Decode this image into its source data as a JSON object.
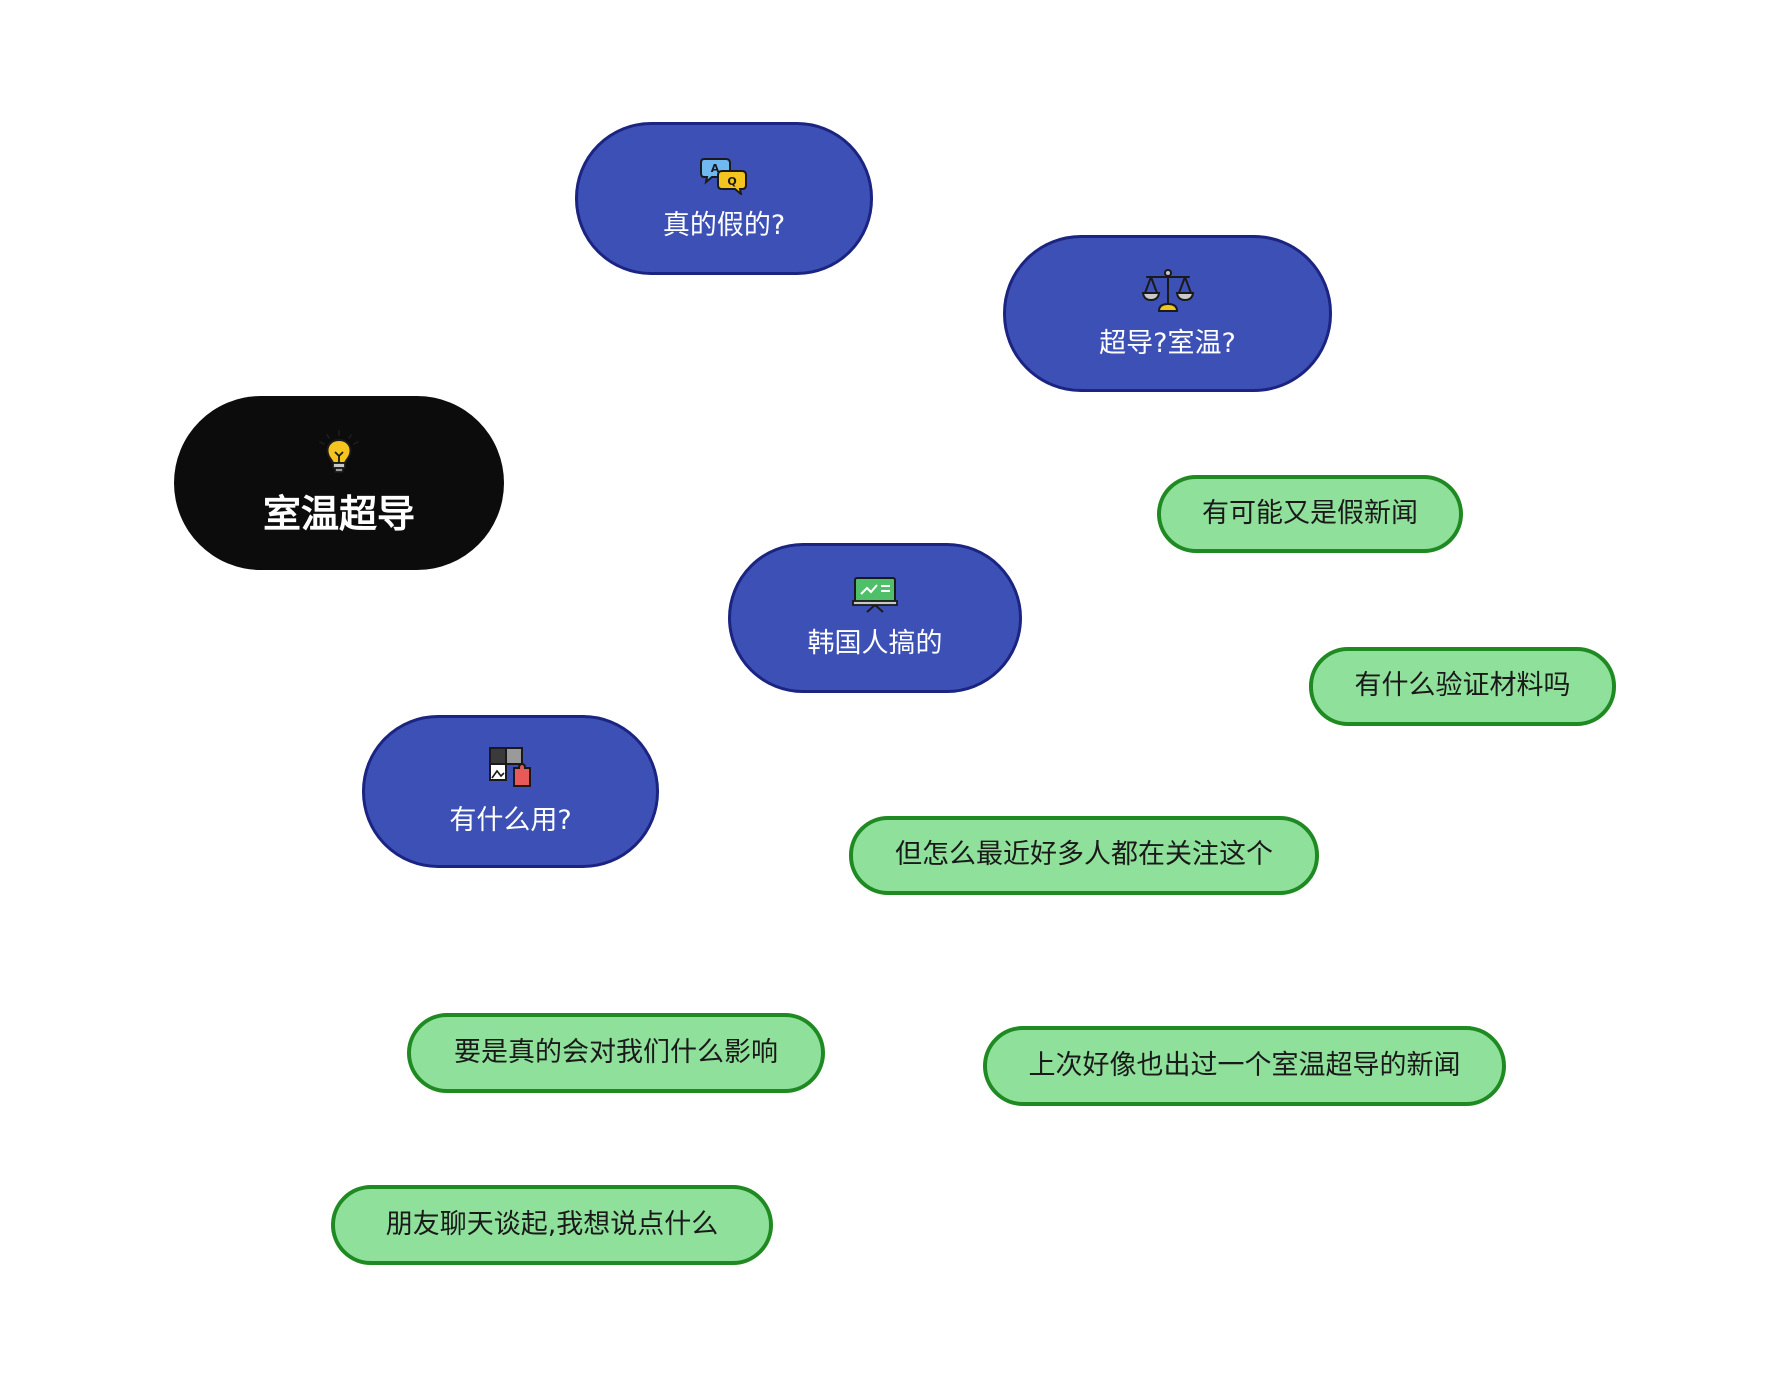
{
  "colors": {
    "root_fill": "#0c0c0c",
    "topic_fill": "#3d50b6",
    "topic_border": "#1b2480",
    "note_fill": "#8fe09a",
    "note_border": "#1f8a22"
  },
  "root": {
    "label": "室温超导",
    "icon": "lightbulb-icon"
  },
  "topics": [
    {
      "label": "真的假的?",
      "icon": "qa-chat-bubbles-icon"
    },
    {
      "label": "超导?室温?",
      "icon": "balance-scale-icon"
    },
    {
      "label": "韩国人搞的",
      "icon": "presentation-board-icon"
    },
    {
      "label": "有什么用?",
      "icon": "puzzle-icon"
    }
  ],
  "notes": [
    {
      "label": "有可能又是假新闻"
    },
    {
      "label": "有什么验证材料吗"
    },
    {
      "label": "但怎么最近好多人都在关注这个"
    },
    {
      "label": "要是真的会对我们什么影响"
    },
    {
      "label": "上次好像也出过一个室温超导的新闻"
    },
    {
      "label": "朋友聊天谈起,我想说点什么"
    }
  ]
}
